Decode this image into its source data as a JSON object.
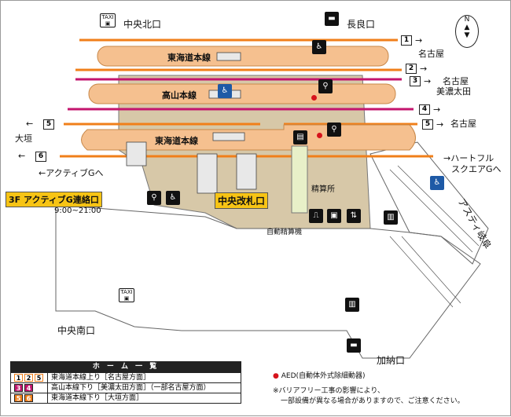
{
  "exits": {
    "north_central": "中央北口",
    "nagara": "長良口",
    "south_central": "中央南口",
    "kano": "加納口"
  },
  "platforms": {
    "tokaido_upper": "東海道本線",
    "takayama": "高山本線",
    "tokaido_lower": "東海道本線"
  },
  "tracks": [
    {
      "no": "1",
      "dest": "名古屋"
    },
    {
      "no": "2",
      "dest": ""
    },
    {
      "no": "3",
      "dest": "名古屋",
      "dest2": "美濃太田"
    },
    {
      "no": "4",
      "dest": ""
    },
    {
      "no": "5",
      "dest": "名古屋"
    },
    {
      "no": "5",
      "dest": "大垣"
    },
    {
      "no": "6",
      "dest": ""
    }
  ],
  "labels": {
    "active_g": "←アクティブGへ",
    "active_g_gate": "3F アクティブG連絡口",
    "active_g_hours": "9:00~21:00",
    "heartful": "→ハートフル",
    "heartful2": "スクエアGへ",
    "asty": "アスティ岐阜",
    "central_gate": "中央改札口",
    "fare_adjust": "精算所",
    "auto_fare": "自動精算機"
  },
  "icons": {
    "taxi": "TAXI",
    "bus": "bus-icon",
    "wheelchair": "wheelchair-icon",
    "restroom": "restroom-icon",
    "elevator": "elevator-icon",
    "coin_locker": "locker-icon"
  },
  "colors": {
    "platform": "#f5c08f",
    "tokaido_line": "#f07f1a",
    "takayama_line": "#c3156e",
    "concourse": "#d7c8a8",
    "gate_yellow": "#f7c415",
    "aed_red": "#d6131c"
  },
  "legend": {
    "title": "ホ ー ム 一 覧",
    "rows": [
      {
        "nums": [
          "1",
          "2",
          "5"
        ],
        "text": "東海道本線上り［名古屋方面］"
      },
      {
        "nums": [
          "3",
          "4"
        ],
        "text": "高山本線下り［美濃太田方面］（一部名古屋方面）"
      },
      {
        "nums": [
          "5",
          "6"
        ],
        "text": "東海道本線下り［大垣方面］"
      }
    ]
  },
  "notes": {
    "aed": "AED(自動体外式除細動器)",
    "barrier_free": "※バリアフリー工事の影響により、",
    "barrier_free2": "一部設備が異なる場合がありますので、ご注意ください。"
  }
}
